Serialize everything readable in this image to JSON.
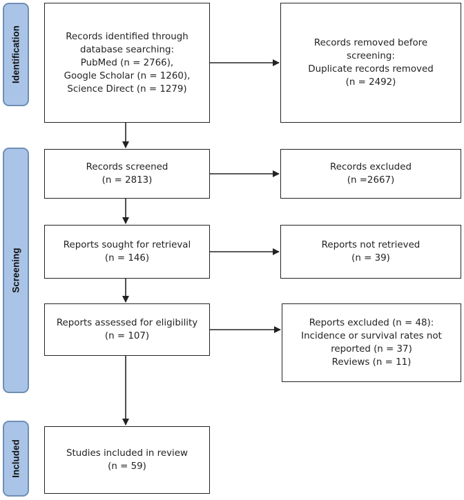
{
  "phases": {
    "identification": "Identification",
    "screening": "Screening",
    "included": "Included"
  },
  "boxes": {
    "identified": [
      "Records identified through",
      "database searching:",
      "PubMed (n = 2766),",
      "Google Scholar (n = 1260),",
      "Science Direct (n = 1279)"
    ],
    "removed": [
      "Records removed before",
      "screening:",
      "Duplicate records removed",
      "(n = 2492)"
    ],
    "screened": [
      "Records screened",
      "(n = 2813)"
    ],
    "excluded": [
      "Records excluded",
      "(n =2667)"
    ],
    "sought": [
      "Reports sought for retrieval",
      "(n = 146)"
    ],
    "not_retrieved": [
      "Reports not retrieved",
      "(n = 39)"
    ],
    "assessed": [
      "Reports assessed for eligibility",
      "(n = 107)"
    ],
    "reports_excluded": [
      "Reports excluded (n = 48):",
      "Incidence or survival rates not",
      "reported (n = 37)",
      "Reviews (n = 11)"
    ],
    "included": [
      "Studies included in review",
      "(n = 59)"
    ]
  },
  "colors": {
    "phase_fill": "#a9c4e6",
    "phase_border": "#6f8eb6",
    "box_border": "#222222"
  }
}
